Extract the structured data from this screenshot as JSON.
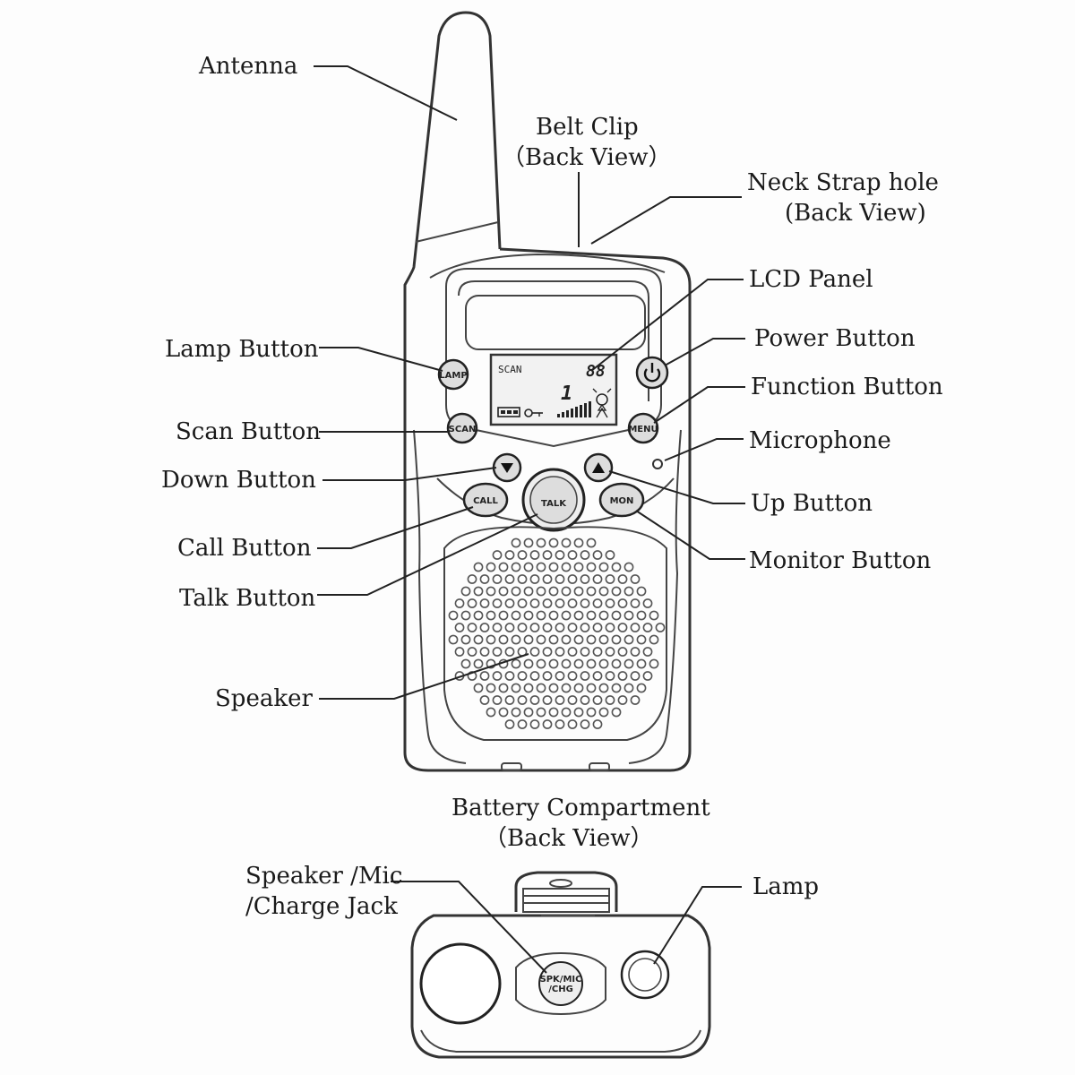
{
  "labels": {
    "antenna": "Antenna",
    "belt_clip_1": "Belt Clip",
    "belt_clip_2": "（Back View）",
    "neck_strap_1": "Neck Strap hole",
    "neck_strap_2": "(Back View)",
    "lcd_panel": "LCD Panel",
    "lamp_button": "Lamp Button",
    "power_button": "Power Button",
    "function_button": "Function Button",
    "scan_button": "Scan Button",
    "microphone": "Microphone",
    "down_button": "Down Button",
    "up_button": "Up Button",
    "call_button": "Call Button",
    "monitor_button": "Monitor Button",
    "talk_button": "Talk Button",
    "speaker": "Speaker",
    "battery_1": "Battery Compartment",
    "battery_2": "（Back View）",
    "jack_1": "Speaker /Mic",
    "jack_2": "/Charge Jack",
    "lamp": "Lamp"
  },
  "buttons": {
    "lamp": "LAMP",
    "scan": "SCAN",
    "menu": "MENU",
    "call": "CALL",
    "talk": "TALK",
    "mon": "MON",
    "jack_1": "SPK/MIC",
    "jack_2": "/CHG"
  },
  "lcd": {
    "mode": "SCAN",
    "channel": "1",
    "code": "88"
  },
  "icons": {
    "power": "power-icon",
    "down": "down-arrow-icon",
    "up": "up-arrow-icon",
    "battery": "battery-icon",
    "key": "key-icon",
    "signal": "signal-bars-icon",
    "ring": "ring-icon"
  }
}
